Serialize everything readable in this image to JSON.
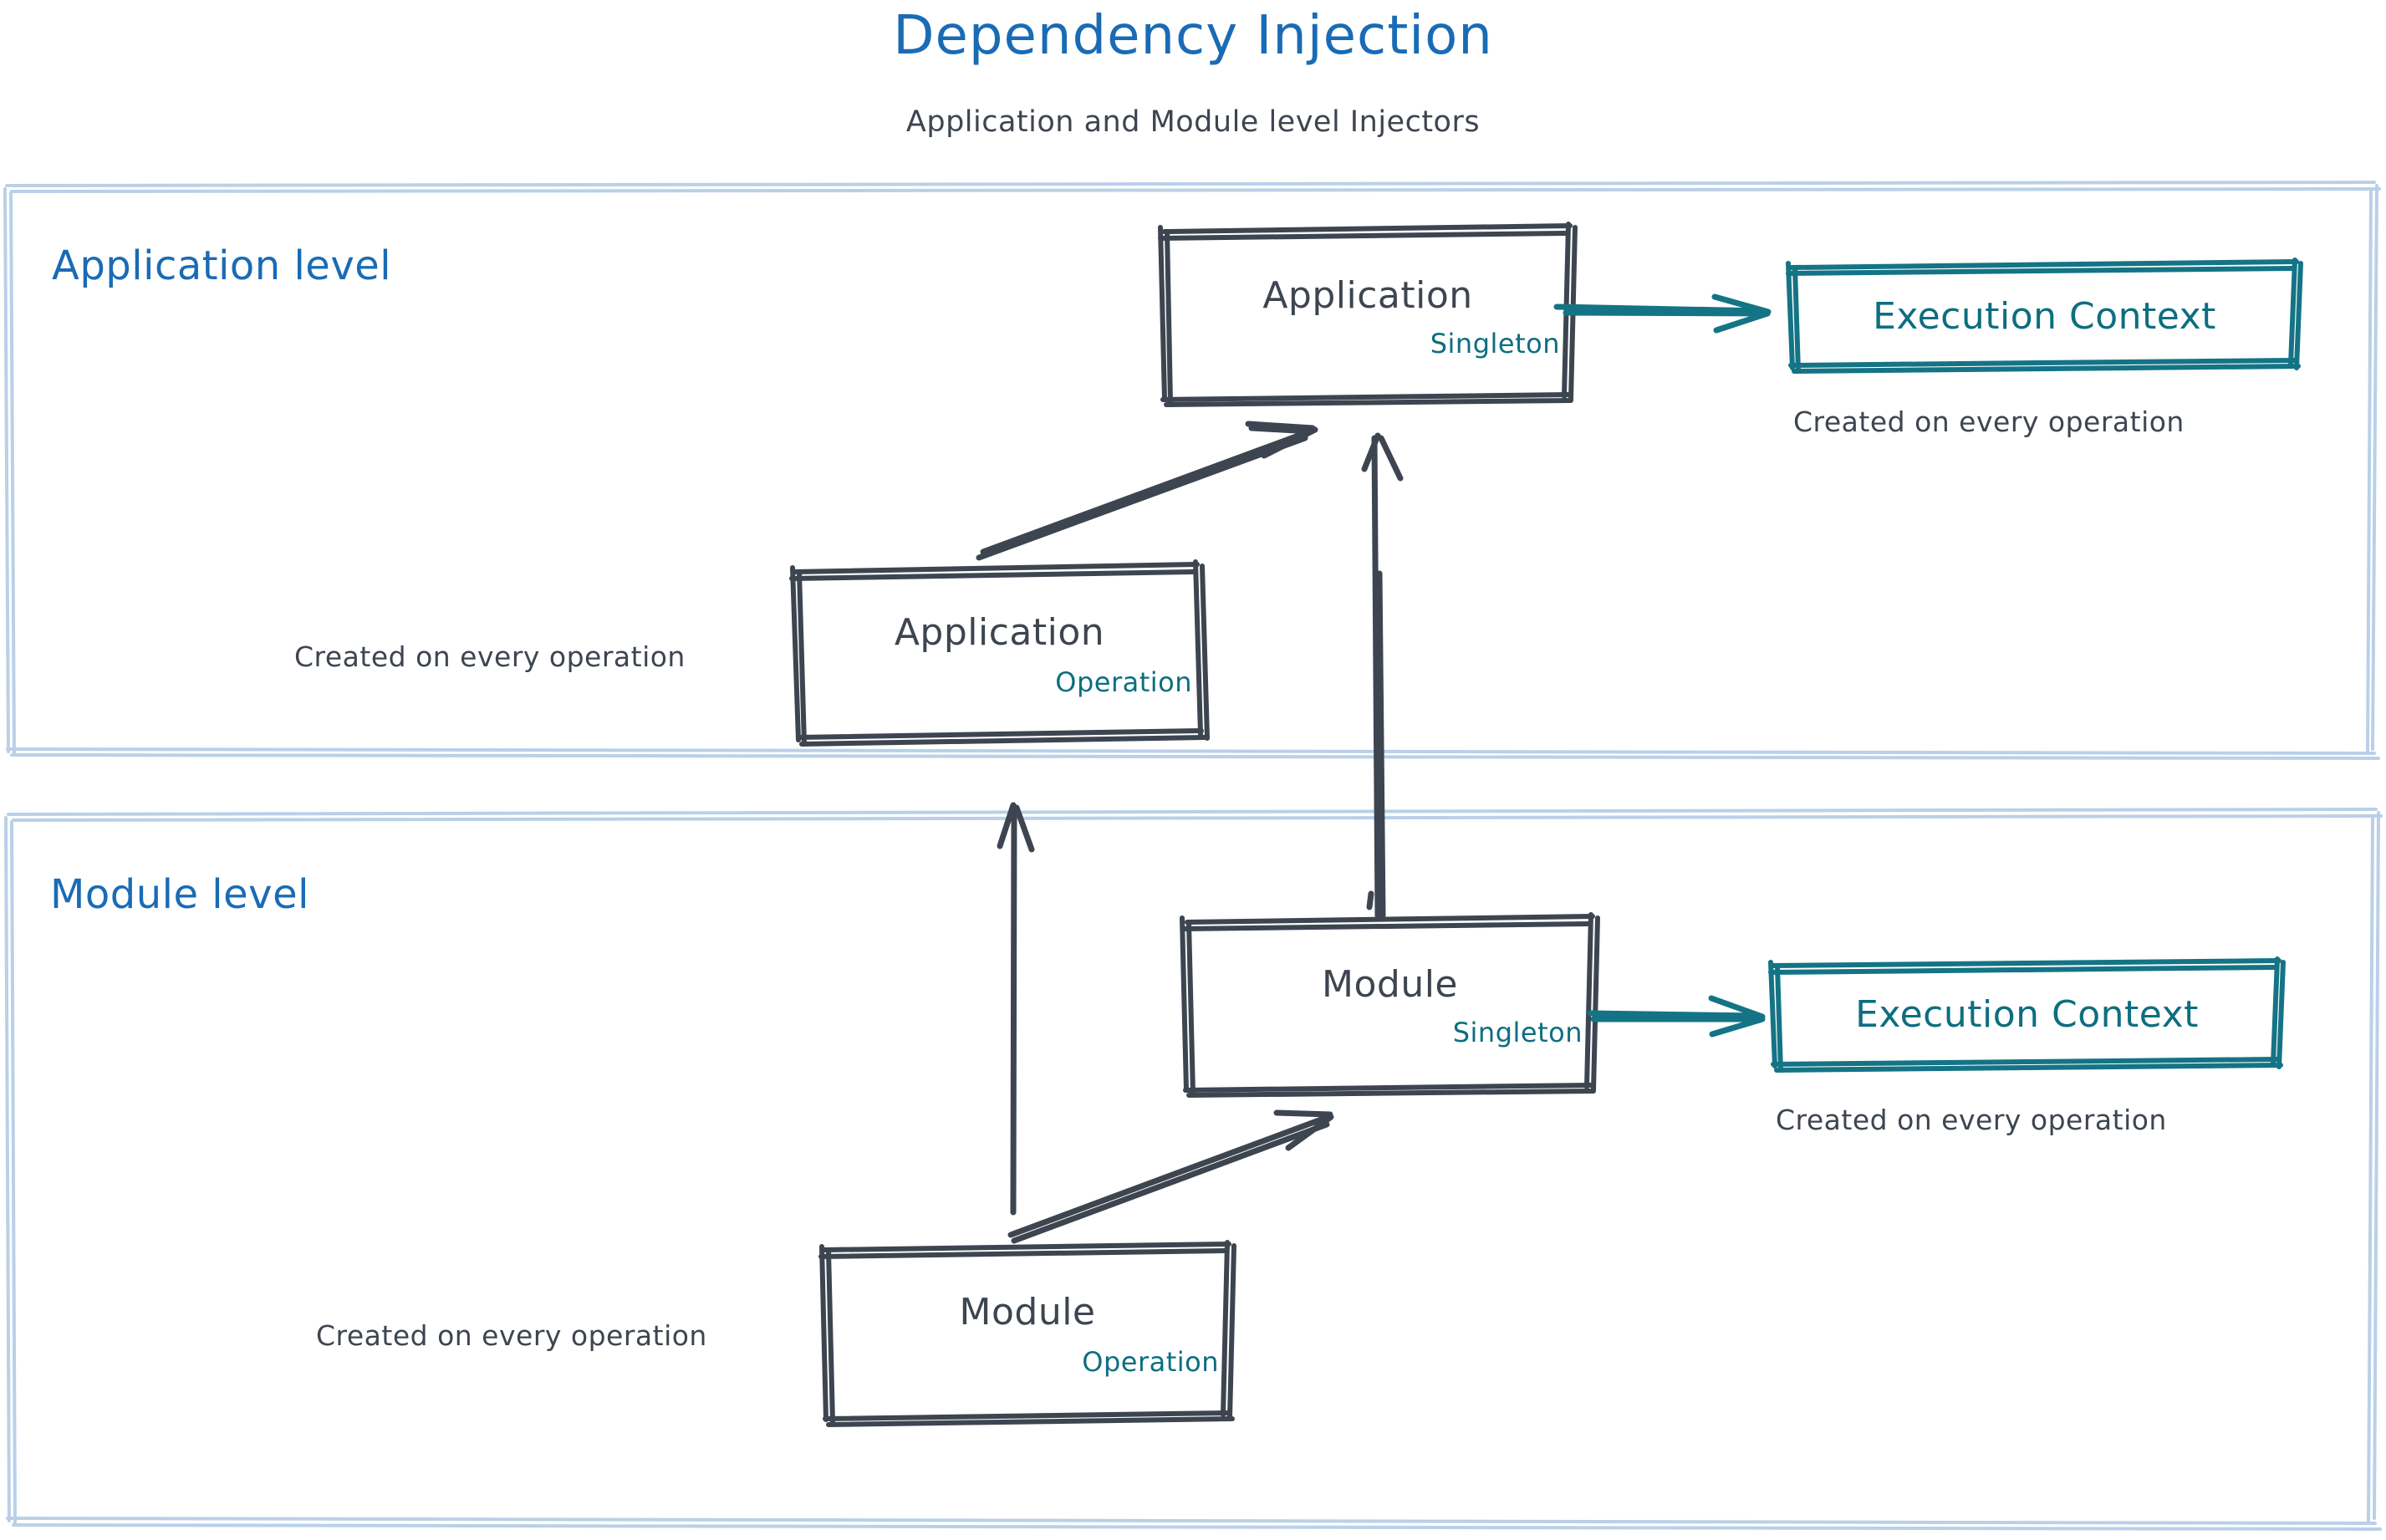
{
  "header": {
    "title": "Dependency Injection",
    "subtitle": "Application and Module level Injectors"
  },
  "colors": {
    "title_blue": "#1a6bb5",
    "container_border": "#b9d0e8",
    "node_stroke": "#3d4550",
    "node_text": "#3d4550",
    "accent_teal": "#0d6e80",
    "background": "#ffffff"
  },
  "sections": [
    {
      "id": "application-level",
      "label": "Application level"
    },
    {
      "id": "module-level",
      "label": "Module level"
    }
  ],
  "nodes": {
    "application_singleton": {
      "name": "Application",
      "scope": "Singleton"
    },
    "application_operation": {
      "name": "Application",
      "scope": "Operation"
    },
    "module_singleton": {
      "name": "Module",
      "scope": "Singleton"
    },
    "module_operation": {
      "name": "Module",
      "scope": "Operation"
    }
  },
  "execution_contexts": [
    {
      "id": "app-execution-context",
      "label": "Execution Context",
      "note": "Created on every operation"
    },
    {
      "id": "module-execution-context",
      "label": "Execution Context",
      "note": "Created on every operation"
    }
  ],
  "notes": {
    "application_operation_note": "Created on every operation",
    "module_operation_note": "Created on every operation"
  }
}
